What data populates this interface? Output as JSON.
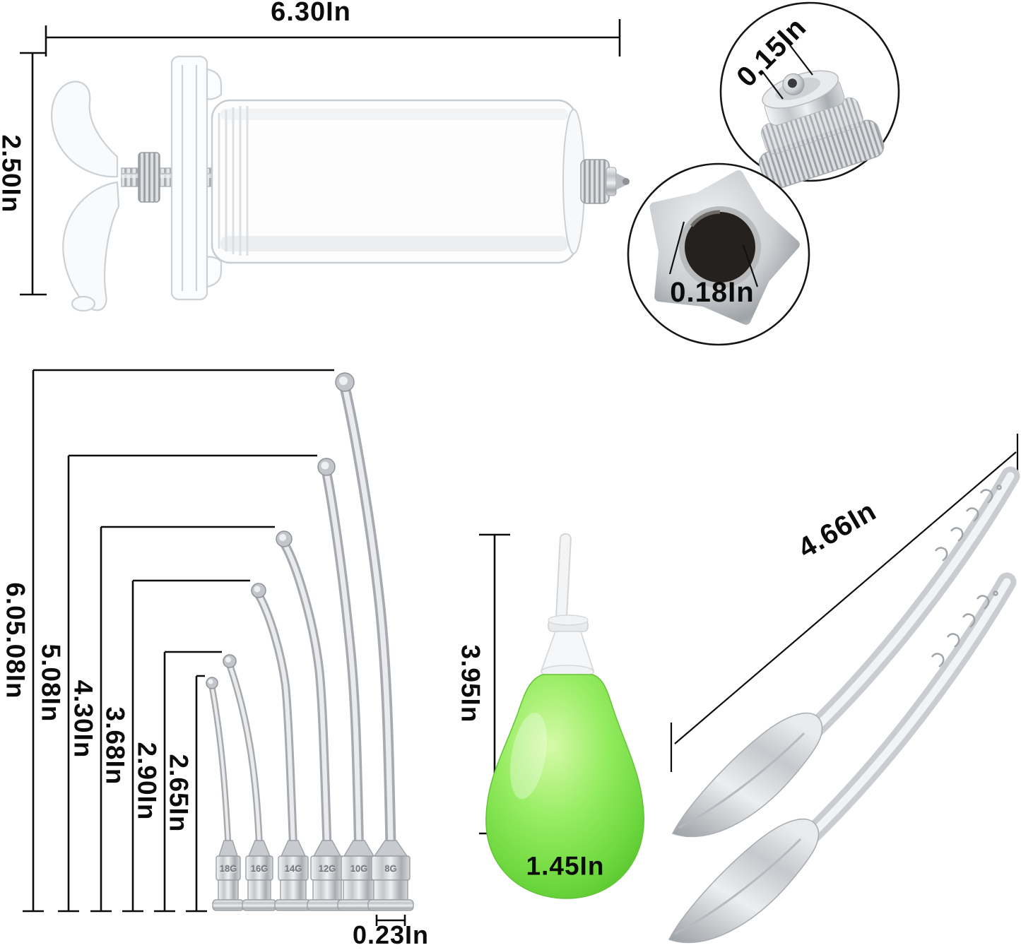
{
  "syringe": {
    "width_label": "6.30In",
    "height_label": "2.50In"
  },
  "tip_detail": {
    "tip_hole_label": "0.15In",
    "tip_opening_label": "0.18In"
  },
  "needles": {
    "length_labels": [
      "6.05.08In",
      "5.08In",
      "4.30In",
      "3.68In",
      "2.90In",
      "2.65In"
    ],
    "gauge_labels": [
      "18G",
      "16G",
      "14G",
      "12G",
      "10G",
      "8G"
    ],
    "hub_width_label": "0.23In"
  },
  "bulb_syringe": {
    "height_label": "3.95In",
    "width_label": "1.45In"
  },
  "feeding_spoons": {
    "length_label": "4.66In"
  },
  "colors": {
    "dimension_line": "#0b0b0b",
    "bulb_green": "#7ede4e",
    "metal": "#c9ccd0",
    "background": "#ffffff"
  }
}
